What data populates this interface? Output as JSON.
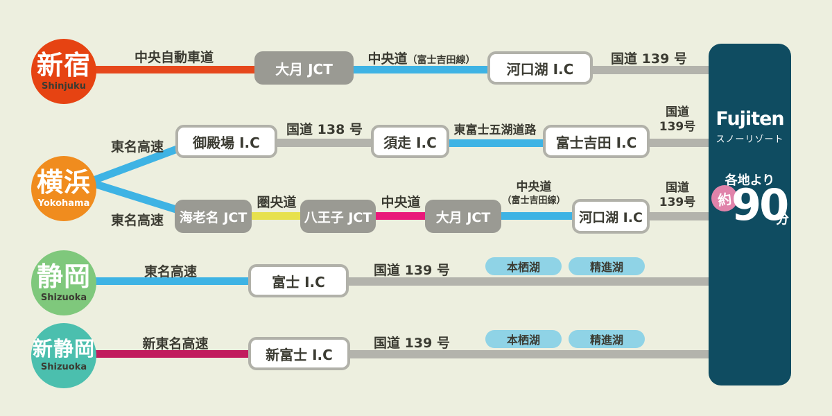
{
  "title": "Fujiten Snow Resort access map",
  "colors": {
    "background": "#edefdf",
    "panel_teal": "#0f4c61",
    "shinjuku_circle": "#e64312",
    "yokohama_circle": "#f08c1e",
    "shizuoka_circle": "#7fc87c",
    "shin_shizuoka_circle": "#4bbfae",
    "expressway_blue": "#3eb3e4",
    "chuo_expressway_red": "#e6481c",
    "kenodo_yellow": "#e7e14d",
    "chuodo_pink": "#e9187a",
    "shintomei_crimson": "#c11d5e",
    "national_road_gray": "#b3b3ac",
    "jct_box_gray": "#9a9a93",
    "lake_badge_blue": "#8fd3e6",
    "time_badge_pink": "#e083aa"
  },
  "destination": {
    "brand": "Fujiten",
    "brand_sub": "スノーリゾート",
    "from_label": "各地より",
    "approx_label": "約",
    "minutes_value": "90",
    "minutes_unit": "分"
  },
  "origins": {
    "shinjuku": {
      "kanji": "新宿",
      "romaji": "Shinjuku"
    },
    "yokohama": {
      "kanji": "横浜",
      "romaji": "Yokohama"
    },
    "shizuoka": {
      "kanji": "静岡",
      "romaji": "Shizuoka"
    },
    "shin_shizuoka": {
      "kanji": "新静岡",
      "romaji": "Shizuoka"
    }
  },
  "routes": {
    "shinjuku": {
      "road1": "中央自動車道",
      "jct1": "大月 JCT",
      "road2_main": "中央道",
      "road2_sub": "（富士吉田線）",
      "ic1": "河口湖 I.C",
      "road3": "国道 139 号"
    },
    "yokohama_via_gotemba": {
      "road1": "東名高速",
      "ic1": "御殿場 I.C",
      "road2": "国道 138 号",
      "ic2": "須走 I.C",
      "road3": "東富士五湖道路",
      "ic3": "富士吉田 I.C",
      "road4_line1": "国道",
      "road4_line2": "139号"
    },
    "yokohama_via_hachioji": {
      "road1": "東名高速",
      "jct1": "海老名 JCT",
      "road2": "圏央道",
      "jct2": "八王子 JCT",
      "road3": "中央道",
      "jct3": "大月 JCT",
      "road4_line1": "中央道",
      "road4_line2": "（富士吉田線）",
      "ic1": "河口湖 I.C",
      "road5_line1": "国道",
      "road5_line2": "139号"
    },
    "shizuoka": {
      "road1": "東名高速",
      "ic1": "富士 I.C",
      "road2": "国道 139 号",
      "lake1": "本栖湖",
      "lake2": "精進湖"
    },
    "shin_shizuoka": {
      "road1": "新東名高速",
      "ic1": "新富士 I.C",
      "road2": "国道 139 号",
      "lake1": "本栖湖",
      "lake2": "精進湖"
    }
  }
}
